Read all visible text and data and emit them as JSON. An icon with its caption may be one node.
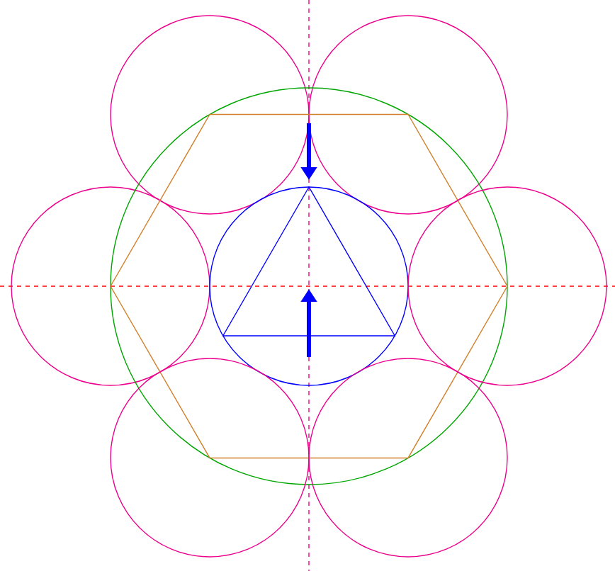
{
  "diagram": {
    "nodes": [
      {
        "text": [],
        "shape": "circle"
      },
      {
        "text": [],
        "shape": "circle"
      },
      {
        "text": [],
        "shape": "circle"
      },
      {
        "text": [],
        "shape": "circle"
      },
      {
        "text": [],
        "shape": "hexagon",
        "in": 3
      },
      {
        "text": [],
        "shape": "circle",
        "in": 4
      },
      {
        "text": [],
        "shape": "triangle",
        "in": 5
      },
      {
        "text": [],
        "shape": "circle"
      },
      {
        "text": [],
        "shape": "circle"
      },
      {
        "text": [],
        "shape": "circle"
      }
    ]
  }
}
